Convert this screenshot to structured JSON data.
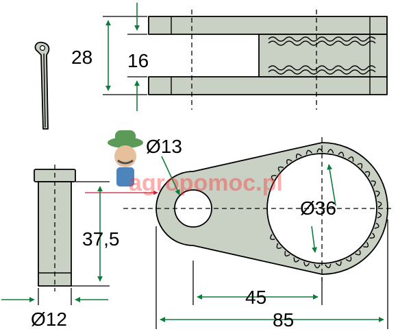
{
  "dimensions": {
    "outer_width": "28",
    "slot_width": "16",
    "pin_length": "37,5",
    "pin_diameter": "Ø12",
    "small_hole": "Ø13",
    "large_hole": "Ø36",
    "center_distance": "45",
    "overall_length": "85"
  },
  "watermark": {
    "text": "agropomoc.pl"
  },
  "colors": {
    "part_fill": "#c9d1c4",
    "dimension_green": "#0b7d3a",
    "dimension_red": "#c41e3a",
    "watermark": "#ff2a2a"
  },
  "icons": {
    "mascot": "farmer-mascot-icon"
  }
}
